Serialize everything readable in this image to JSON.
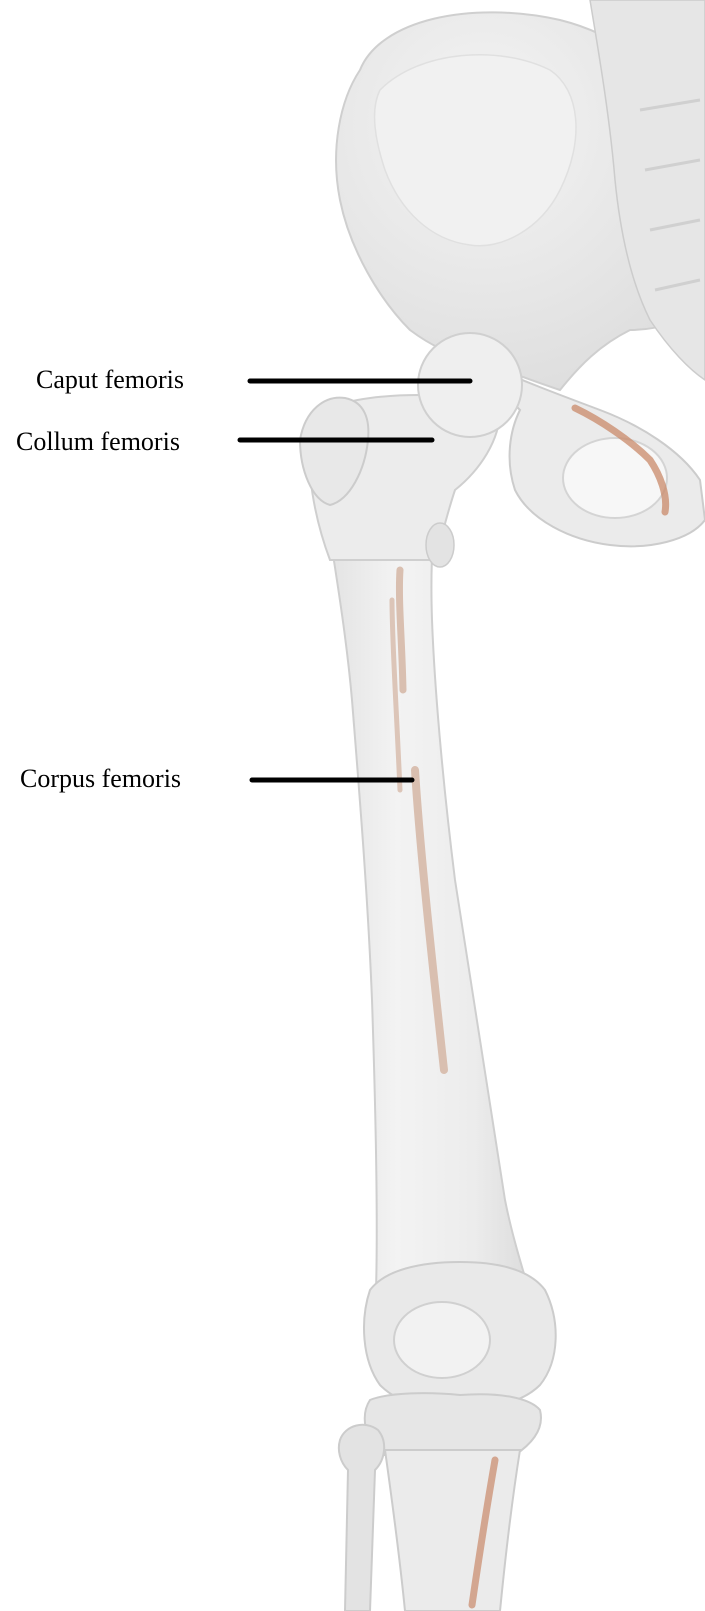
{
  "labels": [
    {
      "text": "Caput femoris"
    },
    {
      "text": "Collum femoris"
    },
    {
      "text": "Corpus femoris"
    }
  ],
  "colors": {
    "background": "#ffffff",
    "bone": "#ececec",
    "bone_shadow": "#d6d6d6",
    "bone_highlight": "#f6f6f6",
    "muscle_line": "#d9bfb0",
    "muscle_accent": "#c9896a",
    "leader_line": "#000000",
    "label_text": "#000000"
  }
}
